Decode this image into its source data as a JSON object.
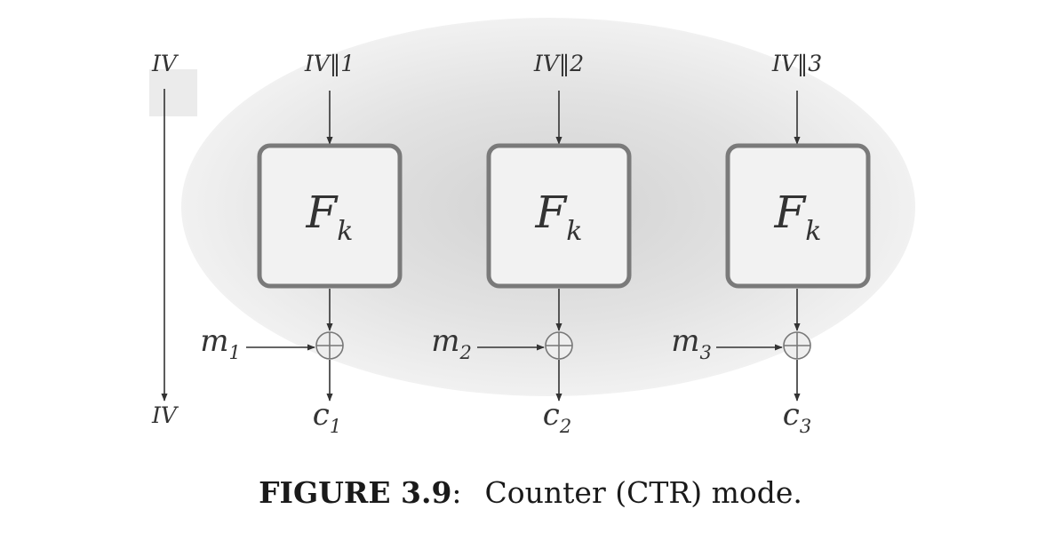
{
  "diagram": {
    "iv_top": "IV",
    "iv_bottom": "IV",
    "blocks": [
      {
        "input": "IV‖1",
        "func": "F",
        "func_sub": "k",
        "msg": "m",
        "msg_sub": "1",
        "out": "c",
        "out_sub": "1"
      },
      {
        "input": "IV‖2",
        "func": "F",
        "func_sub": "k",
        "msg": "m",
        "msg_sub": "2",
        "out": "c",
        "out_sub": "2"
      },
      {
        "input": "IV‖3",
        "func": "F",
        "func_sub": "k",
        "msg": "m",
        "msg_sub": "3",
        "out": "c",
        "out_sub": "3"
      }
    ]
  },
  "caption": {
    "label": "FIGURE 3.9",
    "separator": ":",
    "text": "Counter (CTR) mode."
  },
  "colors": {
    "box_stroke": "#7a7a7a",
    "box_fill": "#f2f2f2",
    "arrow": "#333333",
    "ellipse_center": "#d4d4d4",
    "ellipse_edge": "#f0f0f0"
  }
}
